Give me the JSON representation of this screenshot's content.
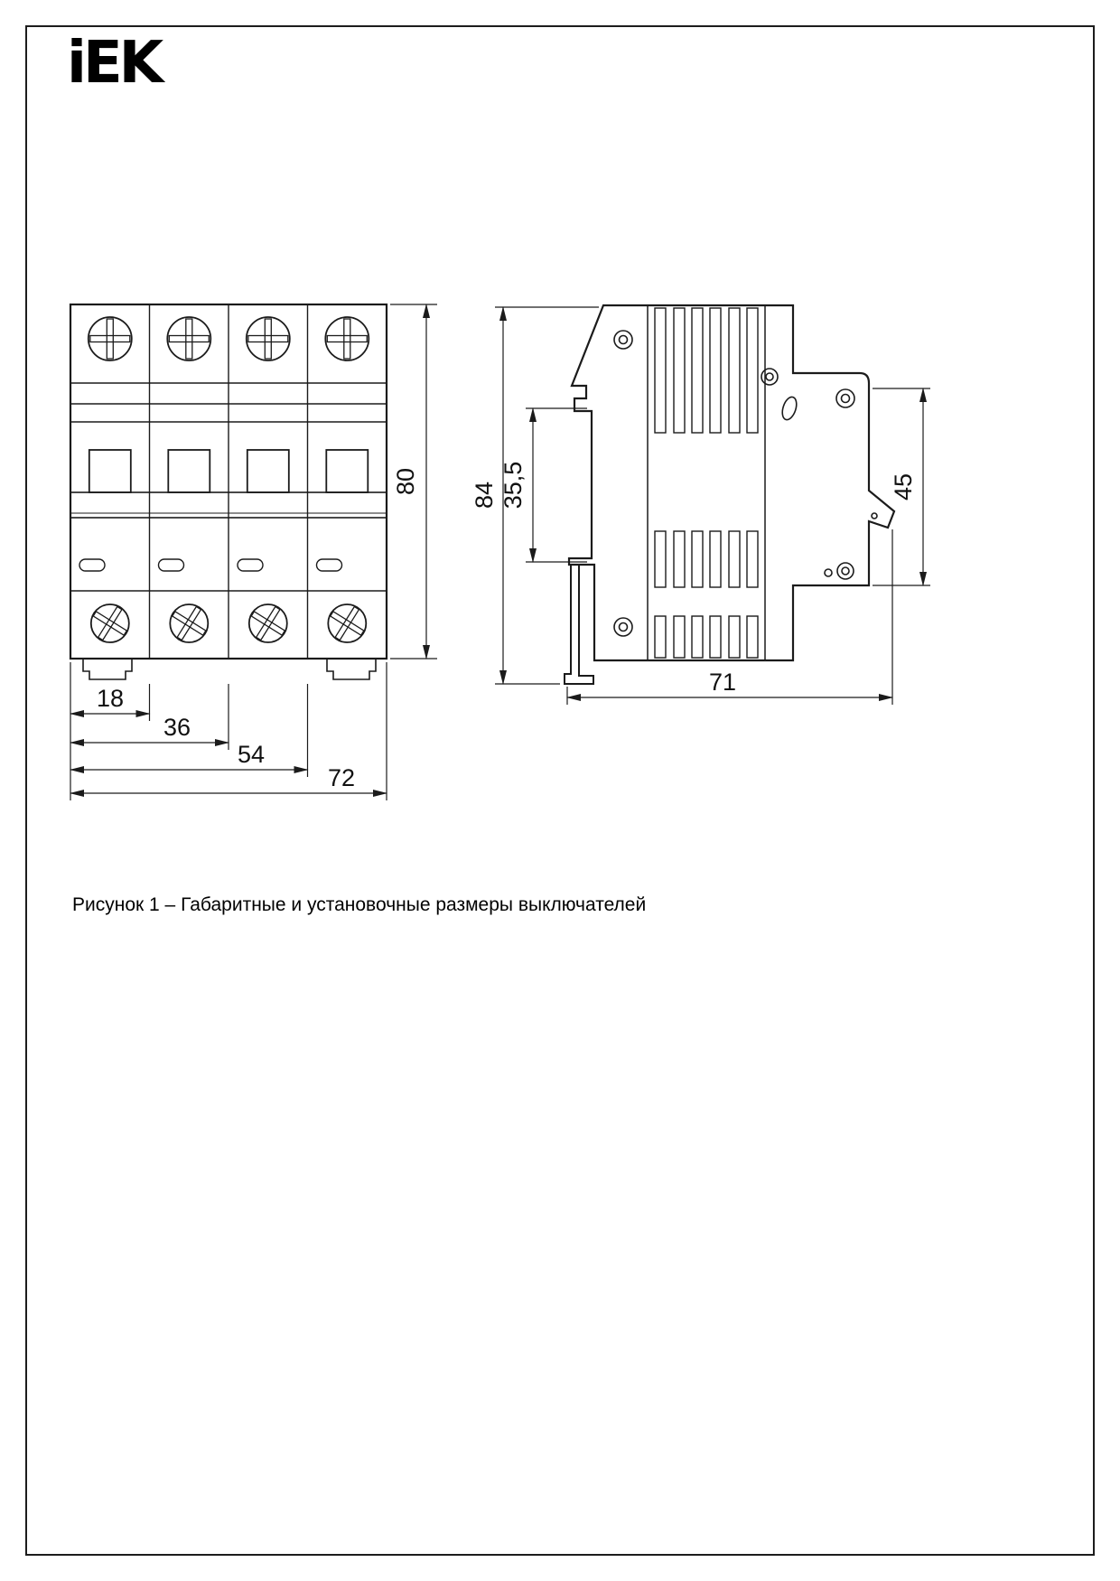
{
  "logo": {
    "text": "iEK"
  },
  "figure": {
    "caption": "Рисунок 1 – Габаритные и установочные размеры выключателей"
  },
  "front_view": {
    "dim_height": "80",
    "dim_w1": "18",
    "dim_w2": "36",
    "dim_w3": "54",
    "dim_w4": "72"
  },
  "side_view": {
    "dim_height": "84",
    "dim_rail": "35,5",
    "dim_front": "45",
    "dim_depth": "71"
  }
}
